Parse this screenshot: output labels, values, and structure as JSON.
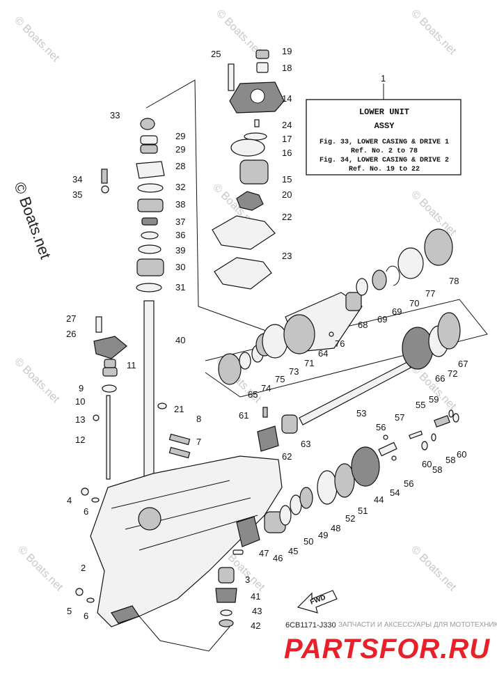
{
  "info_box": {
    "ref": "1",
    "title": "LOWER UNIT",
    "subtitle": "ASSY",
    "line1": "Fig. 33, LOWER CASING & DRIVE 1",
    "line2": "Ref. No. 2 to 78",
    "line3": "Fig. 34, LOWER CASING & DRIVE 2",
    "line4": "Ref. No. 19 to 22"
  },
  "watermark": "© Boats.net",
  "side_watermark": "© Boats.net",
  "drawing_code": "6CB1171-J330",
  "fwd_label": "FWD",
  "brand": {
    "name": "PARTSFOR.RU",
    "tagline": "ЗАПЧАСТИ И АКСЕССУАРЫ ДЛЯ МОТОТЕХНИКИ"
  },
  "callouts": [
    "19",
    "18",
    "25",
    "14",
    "24",
    "17",
    "16",
    "15",
    "20",
    "22",
    "23",
    "33",
    "29",
    "29",
    "28",
    "34",
    "35",
    "32",
    "38",
    "37",
    "36",
    "39",
    "30",
    "31",
    "40",
    "27",
    "26",
    "11",
    "9",
    "10",
    "21",
    "13",
    "8",
    "7",
    "12",
    "4",
    "6",
    "2",
    "5",
    "6",
    "3",
    "41",
    "43",
    "42",
    "47",
    "46",
    "45",
    "50",
    "49",
    "48",
    "52",
    "51",
    "44",
    "54",
    "56",
    "56",
    "60",
    "58",
    "58",
    "60",
    "55",
    "57",
    "59",
    "61",
    "62",
    "63",
    "53",
    "65",
    "74",
    "75",
    "73",
    "71",
    "64",
    "76",
    "68",
    "69",
    "69",
    "70",
    "77",
    "78",
    "66",
    "72",
    "67"
  ]
}
